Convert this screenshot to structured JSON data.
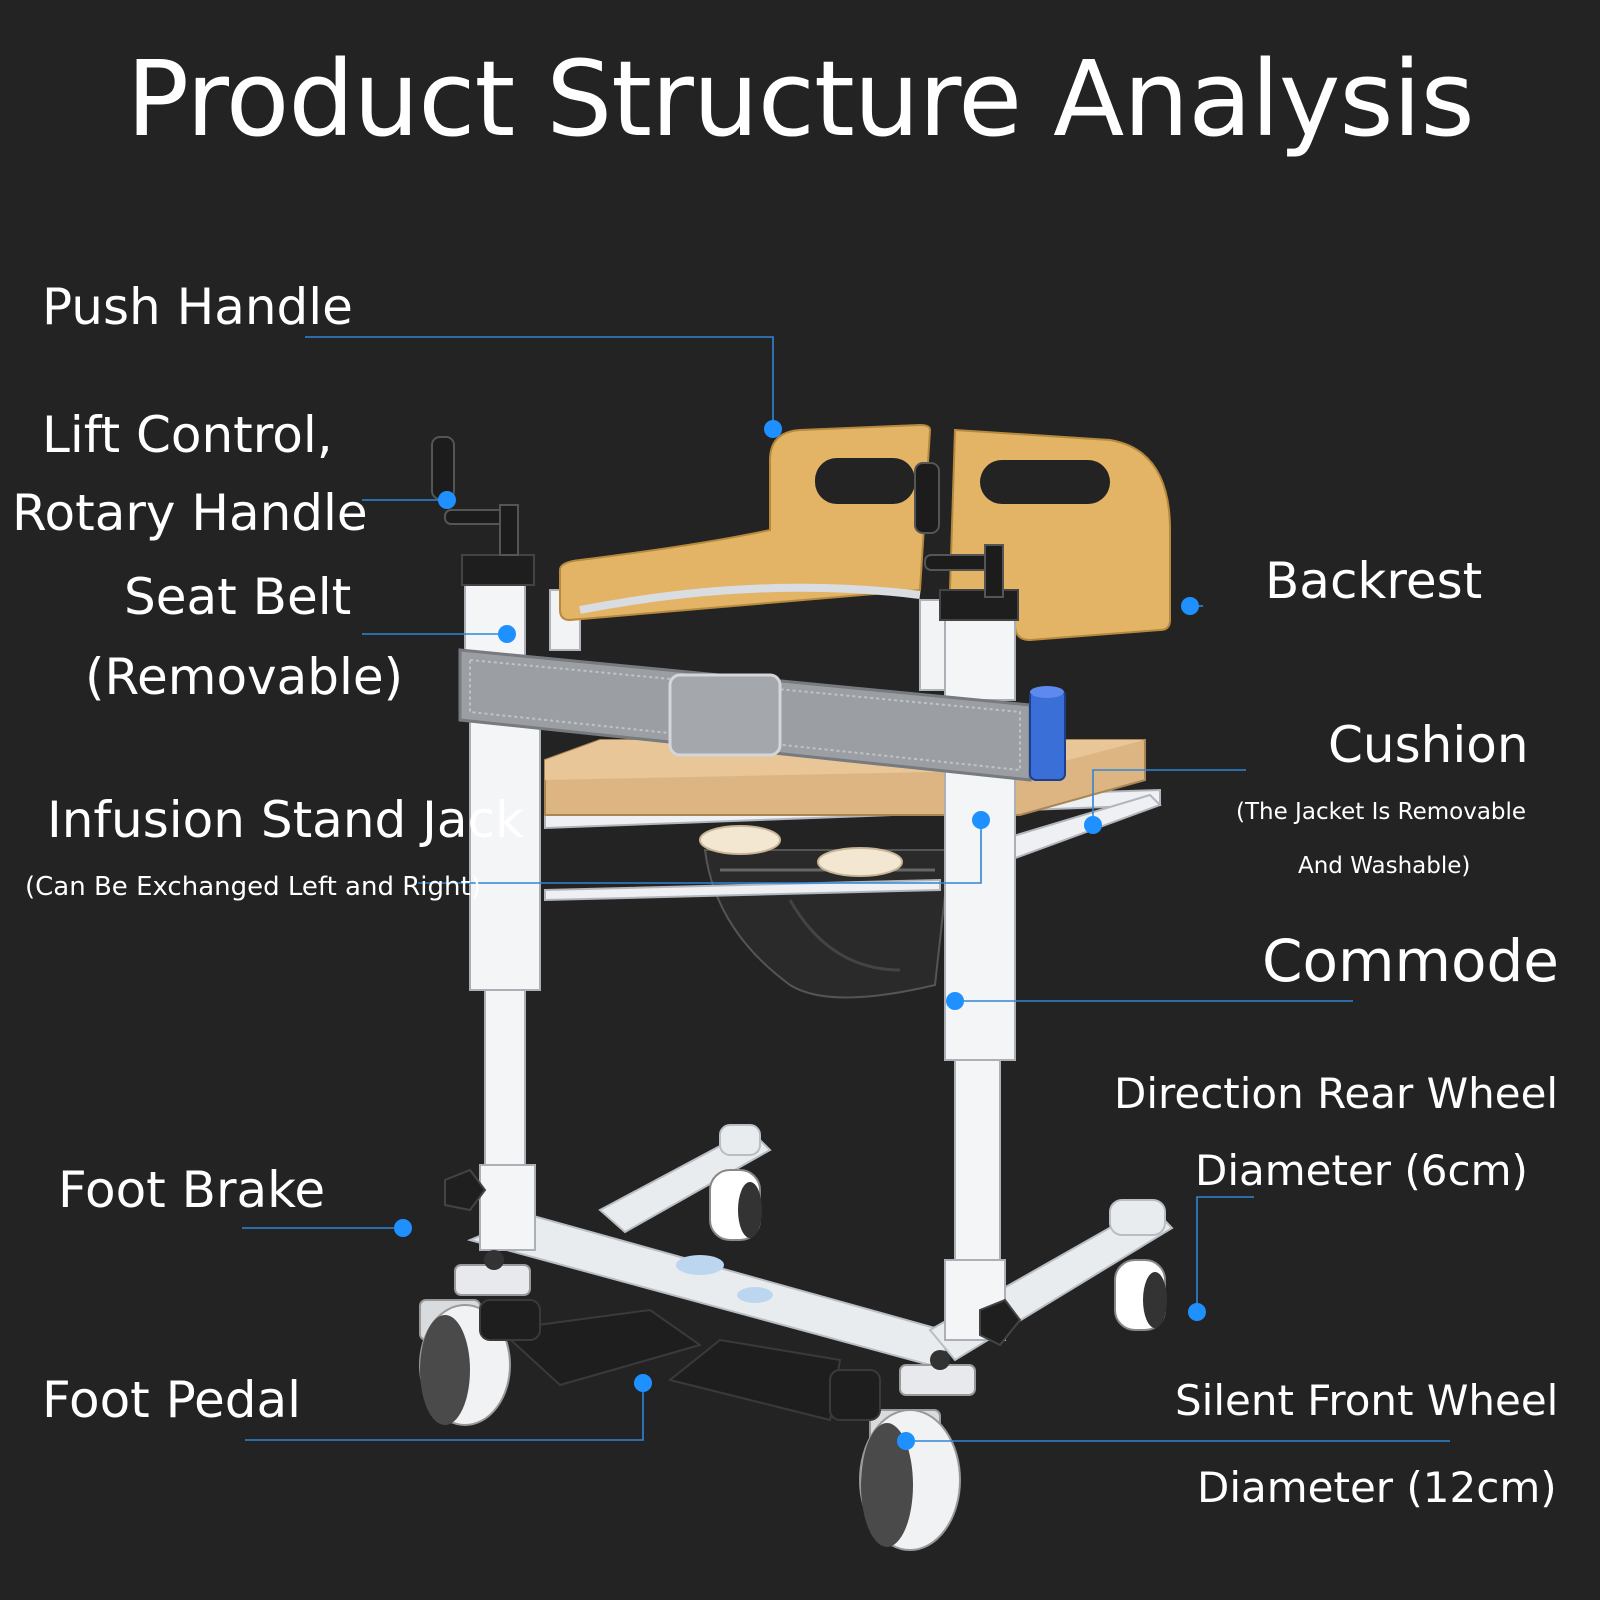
{
  "title": "Product Structure Analysis",
  "colors": {
    "background": "#232323",
    "leader_line": "#2f86d6",
    "marker_dot": "#1e90ff",
    "seat_yellow": "#e0b060",
    "frame_white": "#eef0f2"
  },
  "labels": {
    "push_handle": "Push Handle",
    "lift_control": "Lift Control,",
    "rotary_handle": "Rotary Handle",
    "seat_belt": "Seat Belt",
    "seat_belt_note": "(Removable)",
    "infusion_stand": "Infusion Stand Jack",
    "infusion_note": "(Can Be Exchanged Left and Right)",
    "foot_brake": "Foot Brake",
    "foot_pedal": "Foot Pedal",
    "backrest": "Backrest",
    "cushion": "Cushion",
    "cushion_note_1": "(The Jacket Is Removable",
    "cushion_note_2": "And Washable)",
    "commode": "Commode",
    "rear_wheel": "Direction Rear Wheel",
    "rear_wheel_diameter": "Diameter (6cm)",
    "front_wheel": "Silent Front Wheel",
    "front_wheel_diameter": "Diameter (12cm)"
  }
}
